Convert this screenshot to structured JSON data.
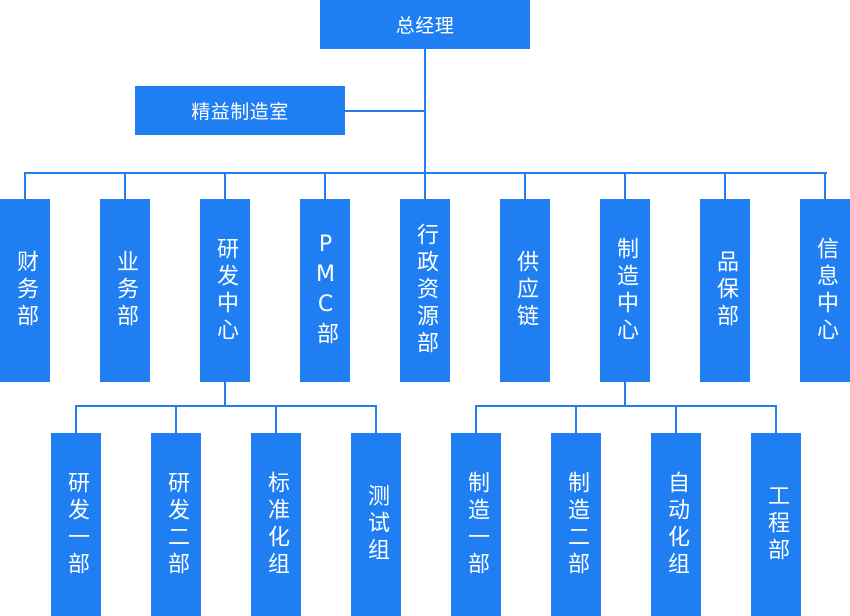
{
  "org_chart": {
    "root": "总经理",
    "staff": "精益制造室",
    "departments": [
      "财务部",
      "业务部",
      "研发中心",
      "PMC部",
      "行政资源部",
      "供应链",
      "制造中心",
      "品保部",
      "信息中心"
    ],
    "rd_groups": [
      "研发一部",
      "研发二部",
      "标准化组",
      "测试组"
    ],
    "mfg_groups": [
      "制造一部",
      "制造二部",
      "自动化组",
      "工程部"
    ]
  },
  "colors": {
    "box": "#1e7ef2",
    "line": "#1e7ef2",
    "text": "#ffffff"
  }
}
